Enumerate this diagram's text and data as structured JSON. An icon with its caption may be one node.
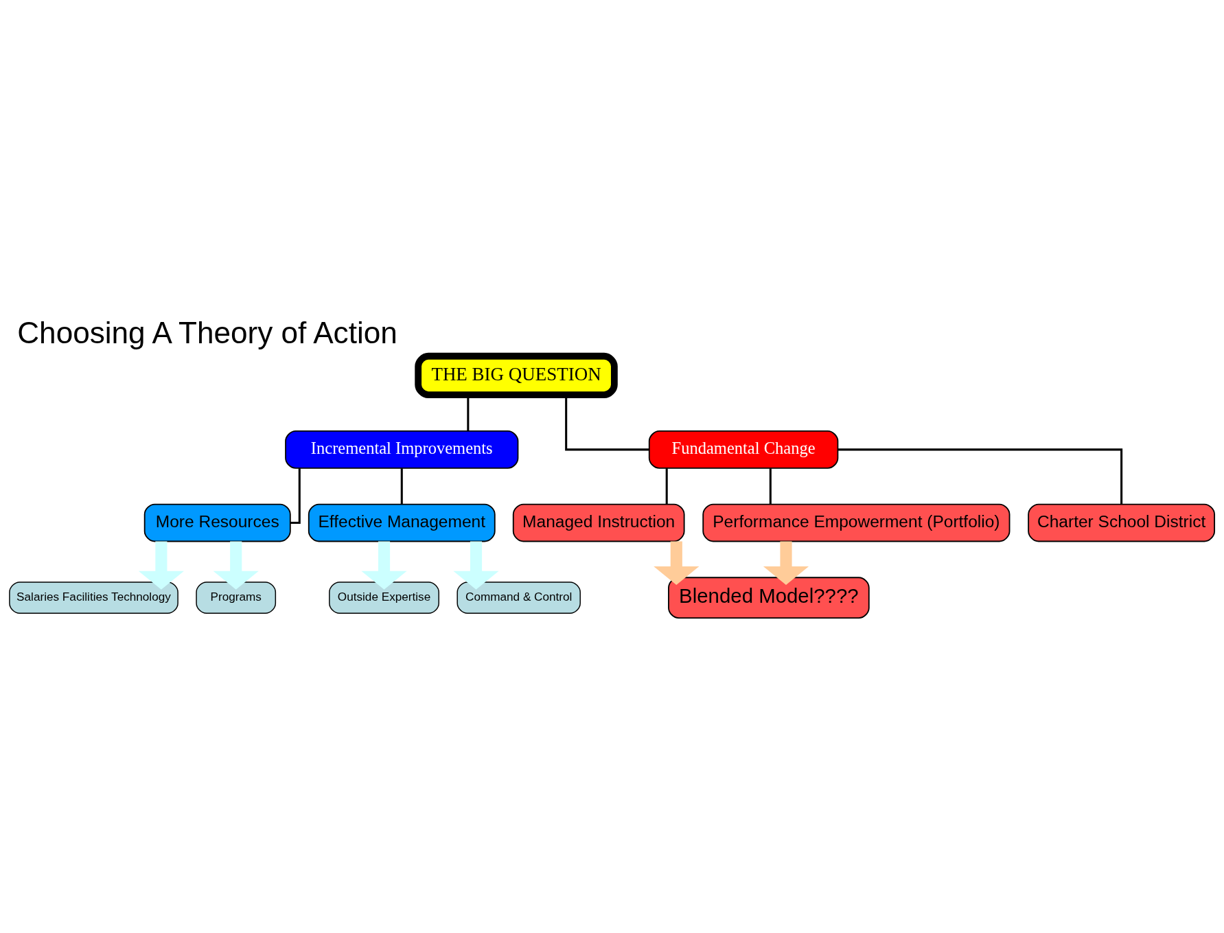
{
  "diagram": {
    "title": "Choosing A Theory of Action",
    "nodes": [
      {
        "text": [
          "THE BIG QUESTION"
        ]
      },
      {
        "text": [
          "Incremental Improvements"
        ]
      },
      {
        "text": [
          "Fundamental Change"
        ]
      },
      {
        "text": [
          "More Resources"
        ]
      },
      {
        "text": [
          "Effective Management"
        ]
      },
      {
        "text": [
          "Managed Instruction"
        ]
      },
      {
        "text": [
          "Performance Empowerment (Portfolio)"
        ]
      },
      {
        "text": [
          "Charter School District"
        ]
      },
      {
        "text": [
          "Salaries Facilities Technology"
        ]
      },
      {
        "text": [
          "Programs"
        ]
      },
      {
        "text": [
          "Outside Expertise"
        ]
      },
      {
        "text": [
          "Command & Control"
        ]
      },
      {
        "text": [
          "Blended Model????"
        ]
      }
    ],
    "edges": [
      {
        "from": 0,
        "to": 1,
        "arrow": "none"
      },
      {
        "from": 0,
        "to": 2,
        "arrow": "none"
      },
      {
        "from": 1,
        "to": 3,
        "arrow": "none"
      },
      {
        "from": 1,
        "to": 4,
        "arrow": "none"
      },
      {
        "from": 2,
        "to": 5,
        "arrow": "none"
      },
      {
        "from": 2,
        "to": 6,
        "arrow": "none"
      },
      {
        "from": 2,
        "to": 7,
        "arrow": "none"
      },
      {
        "from": 3,
        "to": 8,
        "arrow": "to",
        "style": "thick",
        "color": "#ccffff"
      },
      {
        "from": 3,
        "to": 9,
        "arrow": "to",
        "style": "thick",
        "color": "#ccffff"
      },
      {
        "from": 4,
        "to": 10,
        "arrow": "to",
        "style": "thick",
        "color": "#ccffff"
      },
      {
        "from": 4,
        "to": 11,
        "arrow": "to",
        "style": "thick",
        "color": "#ccffff"
      },
      {
        "from": 5,
        "to": 12,
        "arrow": "to",
        "style": "thick",
        "color": "#ffcc99"
      },
      {
        "from": 6,
        "to": 12,
        "arrow": "to",
        "style": "thick",
        "color": "#ffcc99"
      }
    ]
  }
}
